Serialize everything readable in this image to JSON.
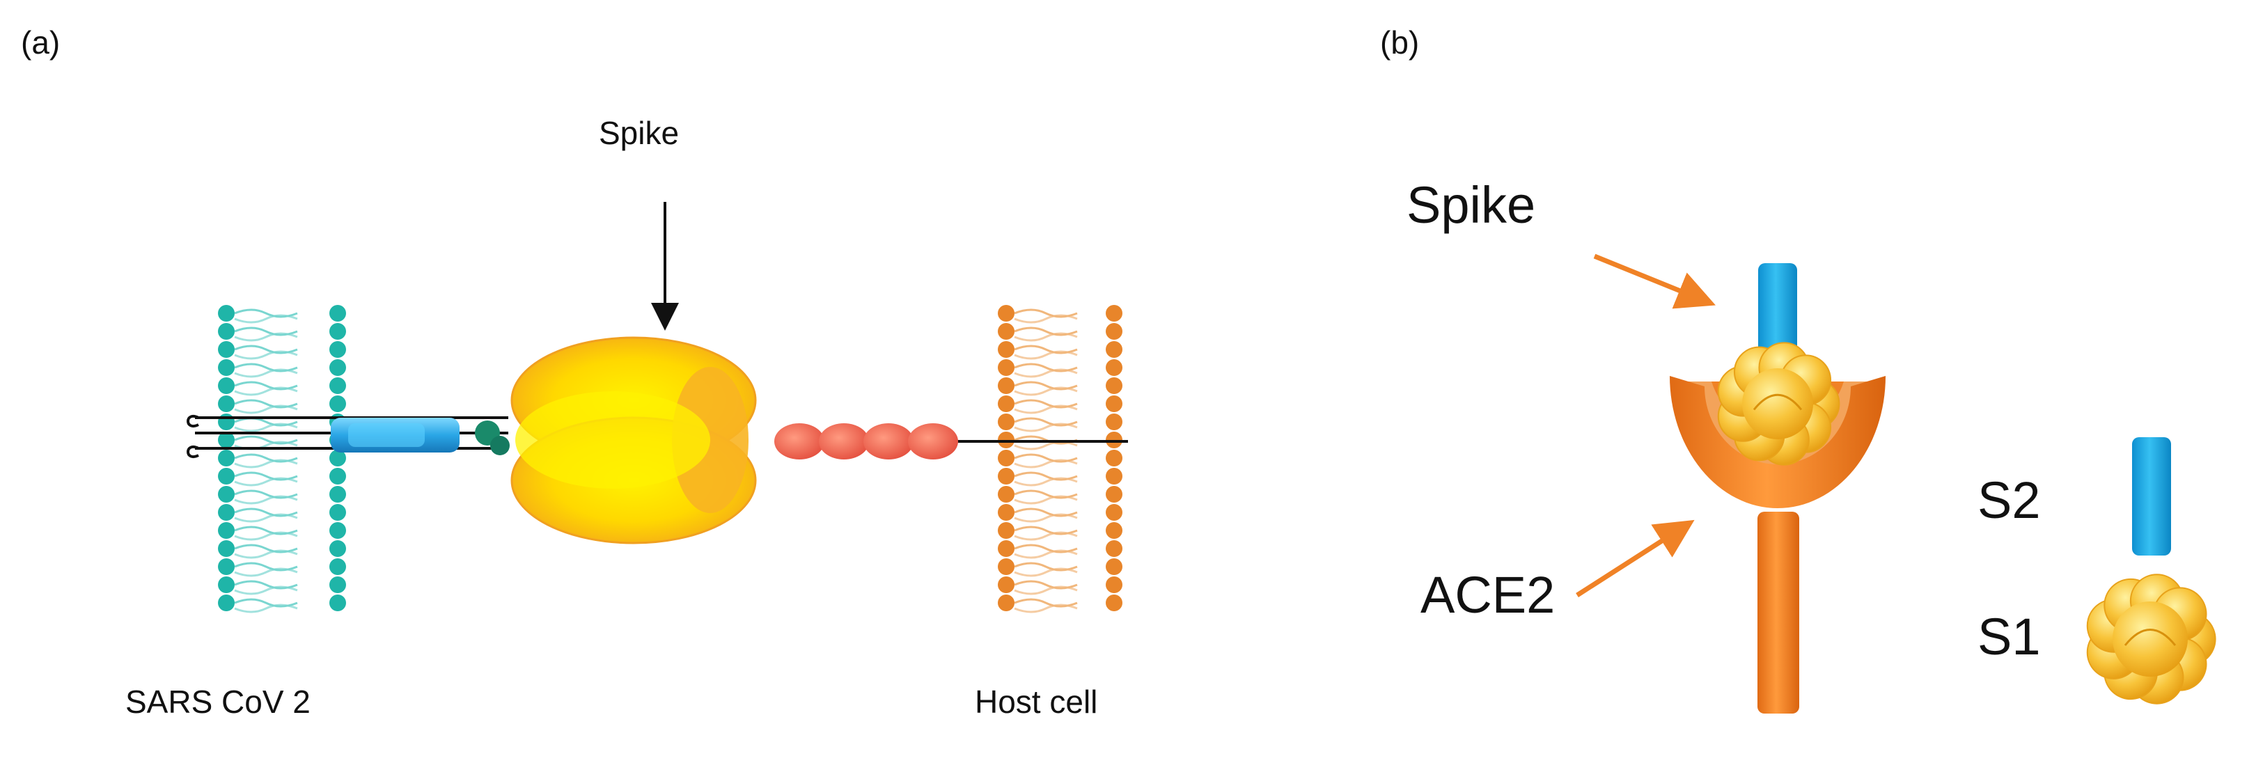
{
  "panel_a": {
    "label": "(a)",
    "spike_label": "Spike",
    "virus_label": "SARS CoV 2",
    "host_label": "Host cell"
  },
  "panel_b": {
    "label": "(b)",
    "spike_label": "Spike",
    "ace2_label": "ACE2",
    "s2_label": "S2",
    "s1_label": "S1"
  },
  "colors": {
    "virus_membrane": "#1fb5a8",
    "host_membrane": "#e8852a",
    "spike_yellow": "#f5c400",
    "spike_orange": "#f3a31c",
    "stalk_blue": "#39b7ea",
    "receptor_red": "#e75a48",
    "ace2_orange": "#f08226",
    "s1_gold": "#f5b82a",
    "s2_blue": "#16a7e1",
    "arrow_orange": "#f08226"
  }
}
